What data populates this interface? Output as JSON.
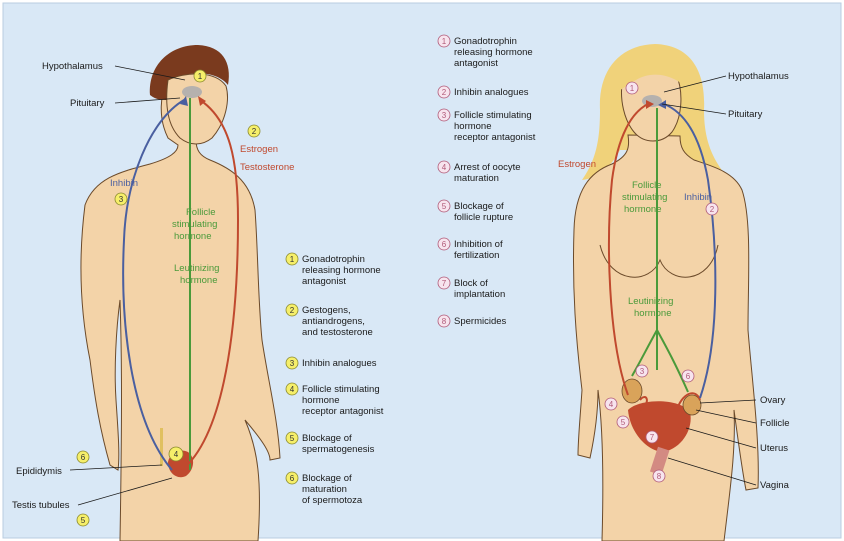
{
  "colors": {
    "background": "#d9e8f6",
    "skin": "#f3d3a8",
    "skin_outline": "#6b4a2a",
    "male_hair": "#7a3a1e",
    "female_hair": "#f0d27a",
    "green_path": "#4a9a3a",
    "red_path": "#c0492e",
    "blue_path": "#4a5fa0",
    "marker_yellow": "#f6ef6a",
    "marker_pink": "#f7e4ee"
  },
  "male": {
    "labels": {
      "hypothalamus": "Hypothalamus",
      "pituitary": "Pituitary",
      "inhibin": "Inhibin",
      "estrogen": "Estrogen",
      "testosterone": "Testosterone",
      "fsh": [
        "Follicle",
        "stimulating",
        "hormone"
      ],
      "lh": [
        "Leutinizing",
        "hormone"
      ],
      "epididymis": "Epididymis",
      "testis_tubules": "Testis tubules"
    },
    "markers": {
      "hypothalamus": "1",
      "estrogen": "2",
      "inhibin": "3",
      "genital": "4",
      "epididymis": "6",
      "testis": "5"
    },
    "legend": [
      {
        "num": "1",
        "lines": [
          "Gonadotrophin",
          "releasing hormone",
          "antagonist"
        ]
      },
      {
        "num": "2",
        "lines": [
          "Gestogens,",
          "antiandrogens,",
          "and testosterone"
        ]
      },
      {
        "num": "3",
        "lines": [
          "Inhibin analogues"
        ]
      },
      {
        "num": "4",
        "lines": [
          "Follicle stimulating",
          "hormone",
          "receptor antagonist"
        ]
      },
      {
        "num": "5",
        "lines": [
          "Blockage of",
          "spermatogenesis"
        ]
      },
      {
        "num": "6",
        "lines": [
          "Blockage of",
          "maturation",
          "of spermotoza"
        ]
      }
    ]
  },
  "female": {
    "labels": {
      "hypothalamus": "Hypothalamus",
      "pituitary": "Pituitary",
      "estrogen": "Estrogen",
      "inhibin": "Inhibin",
      "fsh": [
        "Follicle",
        "stimulating",
        "hormone"
      ],
      "lh": [
        "Leutinizing",
        "hormone"
      ],
      "ovary": "Ovary",
      "follicle": "Follicle",
      "uterus": "Uterus",
      "vagina": "Vagina"
    },
    "markers": {
      "hypothalamus": "1",
      "inhibin": "2",
      "left_ovary_top": "3",
      "left_ovary_side": "4",
      "left_ovary_bottom": "5",
      "right_ovary": "6",
      "uterus": "7",
      "vagina": "8"
    },
    "legend": [
      {
        "num": "1",
        "lines": [
          "Gonadotrophin",
          "releasing hormone",
          "antagonist"
        ]
      },
      {
        "num": "2",
        "lines": [
          "Inhibin analogues"
        ]
      },
      {
        "num": "3",
        "lines": [
          "Follicle stimulating",
          "hormone",
          "receptor antagonist"
        ]
      },
      {
        "num": "4",
        "lines": [
          "Arrest of oocyte",
          "maturation"
        ]
      },
      {
        "num": "5",
        "lines": [
          "Blockage of",
          "follicle rupture"
        ]
      },
      {
        "num": "6",
        "lines": [
          "Inhibition of",
          "fertilization"
        ]
      },
      {
        "num": "7",
        "lines": [
          "Block of",
          "implantation"
        ]
      },
      {
        "num": "8",
        "lines": [
          "Spermicides"
        ]
      }
    ]
  }
}
